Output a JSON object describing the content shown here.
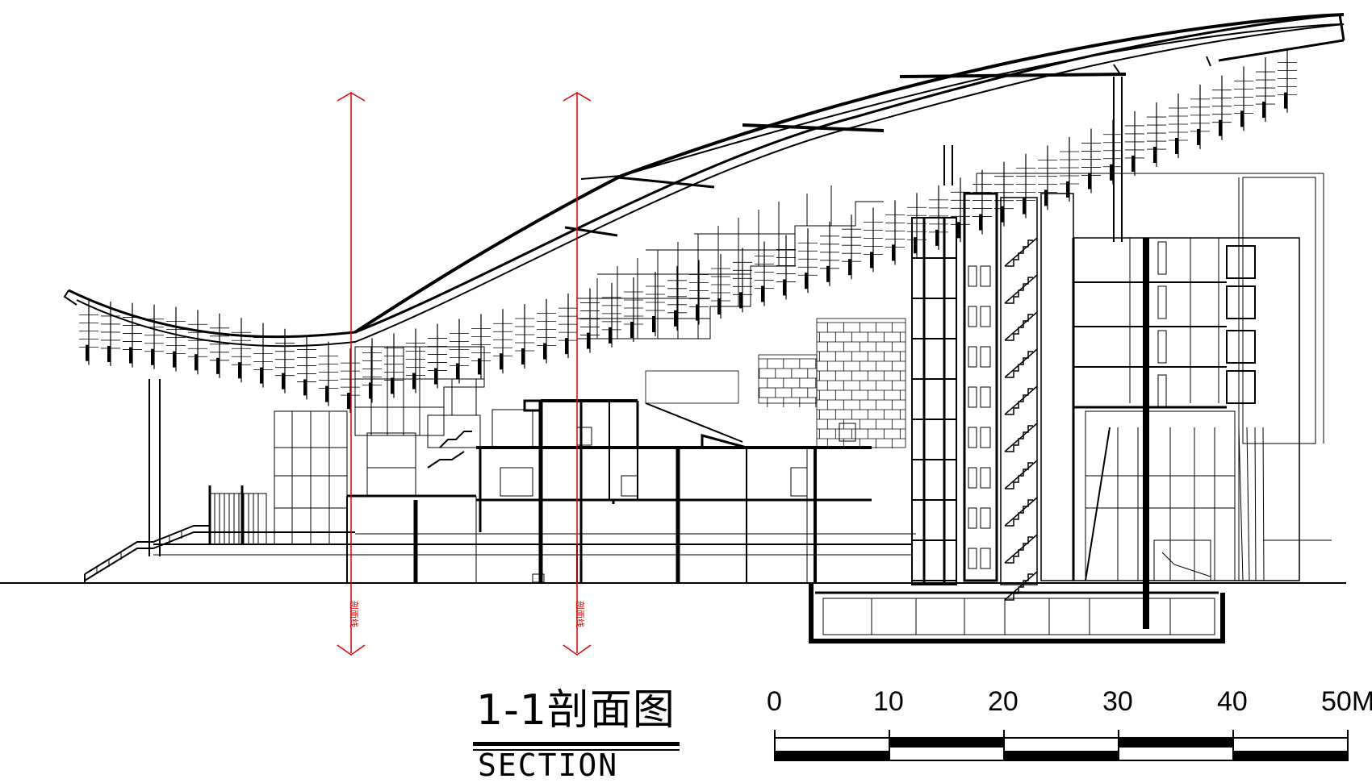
{
  "title": {
    "chinese": "1-1剖面图",
    "english": "SECTION"
  },
  "scale_bar": {
    "ticks": [
      "0",
      "10",
      "20",
      "30",
      "40",
      "50M"
    ]
  },
  "section_markers": [
    {
      "label": "剖面线"
    },
    {
      "label": "剖面线"
    }
  ],
  "colors": {
    "line": "#000000",
    "marker": "#e00000",
    "background": "#ffffff"
  }
}
